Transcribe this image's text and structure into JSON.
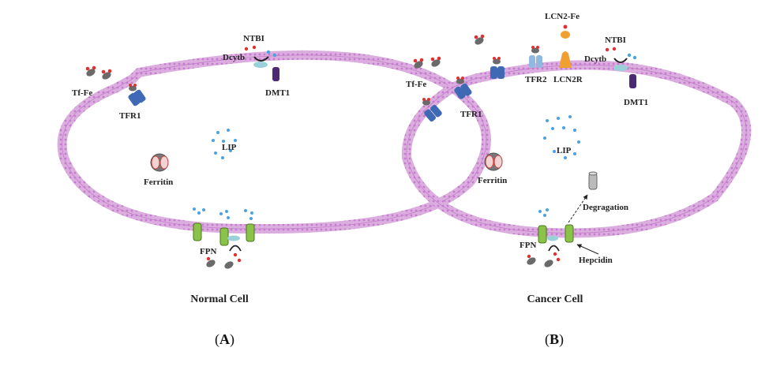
{
  "panels": [
    {
      "letter": "A",
      "cell_title": "Normal Cell",
      "labels": {
        "tf_fe": "Tf-Fe",
        "tfr1": "TFR1",
        "ntbi": "NTBI",
        "dcytb": "Dcytb",
        "dmt1": "DMT1",
        "lip": "LIP",
        "ferritin": "Ferritin",
        "fpn": "FPN"
      }
    },
    {
      "letter": "B",
      "cell_title": "Cancer Cell",
      "labels": {
        "lcn2_fe": "LCN2-Fe",
        "tf_fe": "Tf-Fe",
        "tfr2": "TFR2",
        "lcn2r": "LCN2R",
        "ntbi": "NTBI",
        "dcytb": "Dcytb",
        "tfr1": "TFR1",
        "dmt1": "DMT1",
        "lip": "LIP",
        "ferritin": "Ferritin",
        "degragation": "Degragation",
        "fpn": "FPN",
        "hepcidin": "Hepcidin"
      }
    }
  ],
  "colors": {
    "membrane": "#d9a6dd",
    "membrane_dots": "#c47ccc",
    "tfr1": "#3f69b5",
    "tfr2": "#8fb9e0",
    "dmt1": "#4b2a73",
    "fpn": "#8bc34a",
    "lcn2r": "#f0a030",
    "iron_red": "#e03030",
    "iron_grey": "#6a6a6a",
    "lip_dots": "#4aa3e0",
    "dcytb": "#9ad0d8"
  }
}
